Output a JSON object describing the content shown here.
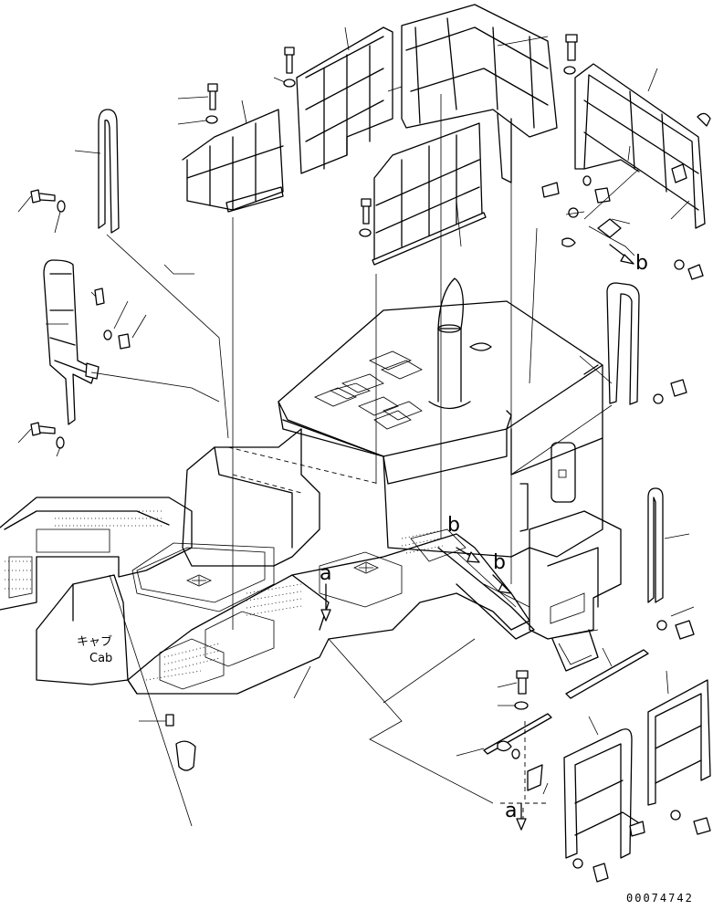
{
  "labels": {
    "ref_a_top": "a",
    "ref_b_top": "b",
    "ref_b_right": "b",
    "ref_b_lower": "b",
    "ref_a_bottom": "a",
    "cab_jp": "キャブ",
    "cab_en": "Cab",
    "drawing_code": "00074742"
  }
}
